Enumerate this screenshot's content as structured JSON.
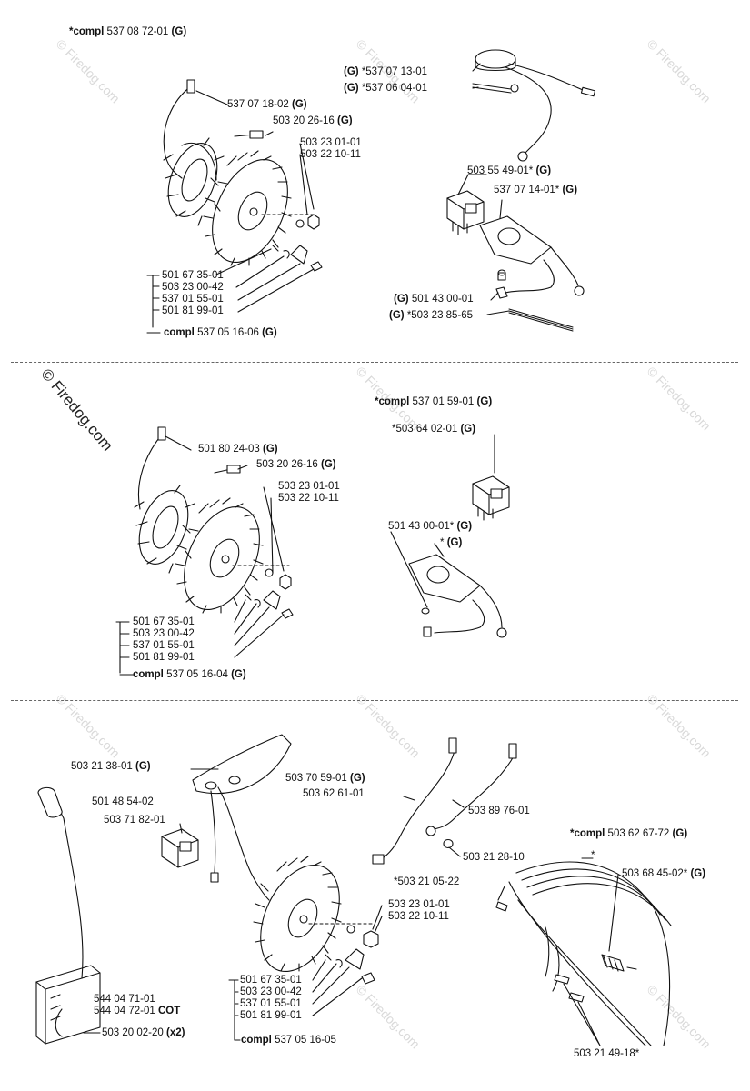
{
  "watermark": {
    "text": "© Firedog.com"
  },
  "sections": {
    "top": {
      "title_prefix": "*compl",
      "title_num": "537 08 72-01",
      "title_suffix": "(G)",
      "labels": {
        "l1": "537 07 18-02",
        "l1g": "(G)",
        "l2": "503 20 26-16",
        "l2g": "(G)",
        "l3": "503 23 01-01",
        "l4": "503 22 10-11",
        "l5": "501 67 35-01",
        "l6": "503 23 00-42",
        "l7": "537 01 55-01",
        "l8": "501 81 99-01",
        "compl_prefix": "compl",
        "compl_num": "537 05 16-06",
        "compl_suffix": "(G)",
        "r1g": "(G)",
        "r1": "*537 07 13-01",
        "r2g": "(G)",
        "r2": "*537 06 04-01",
        "r3": "503 55 49-01*",
        "r3g": "(G)",
        "r4": "537 07 14-01*",
        "r4g": "(G)",
        "r5g": "(G)",
        "r5": "501 43 00-01",
        "r6g": "(G)",
        "r6": "*503 23 85-65"
      }
    },
    "middle": {
      "labels": {
        "l1": "501 80 24-03",
        "l1g": "(G)",
        "l2": "503 20 26-16",
        "l2g": "(G)",
        "l3": "503 23 01-01",
        "l4": "503 22 10-11",
        "l5": "501 67 35-01",
        "l6": "503 23 00-42",
        "l7": "537 01 55-01",
        "l8": "501 81 99-01",
        "compl_prefix": "compl",
        "compl_num": "537 05 16-04",
        "compl_suffix": "(G)",
        "r_title_prefix": "*compl",
        "r_title_num": "537 01 59-01",
        "r_title_suffix": "(G)",
        "r1": "*503 64 02-01",
        "r1g": "(G)",
        "r2": "501 43 00-01*",
        "r2g": "(G)",
        "r3": "*",
        "r3g": "(G)"
      }
    },
    "bottom": {
      "labels": {
        "a1": "503 21 38-01",
        "a1g": "(G)",
        "a2": "501 48 54-02",
        "a3": "503 70 59-01",
        "a3g": "(G)",
        "a4": "503 62 61-01",
        "a5": "503 71 82-01",
        "a6": "503 89 76-01",
        "a7": "503 21 28-10",
        "a8_prefix": "*compl",
        "a8_num": "503 62 67-72",
        "a8g": "(G)",
        "a9": "*",
        "a10": "*503 21 05-22",
        "a11": "503 68 45-02*",
        "a11g": "(G)",
        "a12": "503 23 01-01",
        "a13": "503 22 10-11",
        "a14": "544 04 71-01",
        "a15": "544 04 72-01",
        "a15b": "COT",
        "a16": "501 67 35-01",
        "a17": "503 23 00-42",
        "a18": "537 01 55-01",
        "a19": "501 81 99-01",
        "a20": "503 20 02-20",
        "a20b": "(x2)",
        "a21_prefix": "compl",
        "a21_num": "537 05 16-05",
        "a22": "503 21 49-18*"
      }
    }
  }
}
